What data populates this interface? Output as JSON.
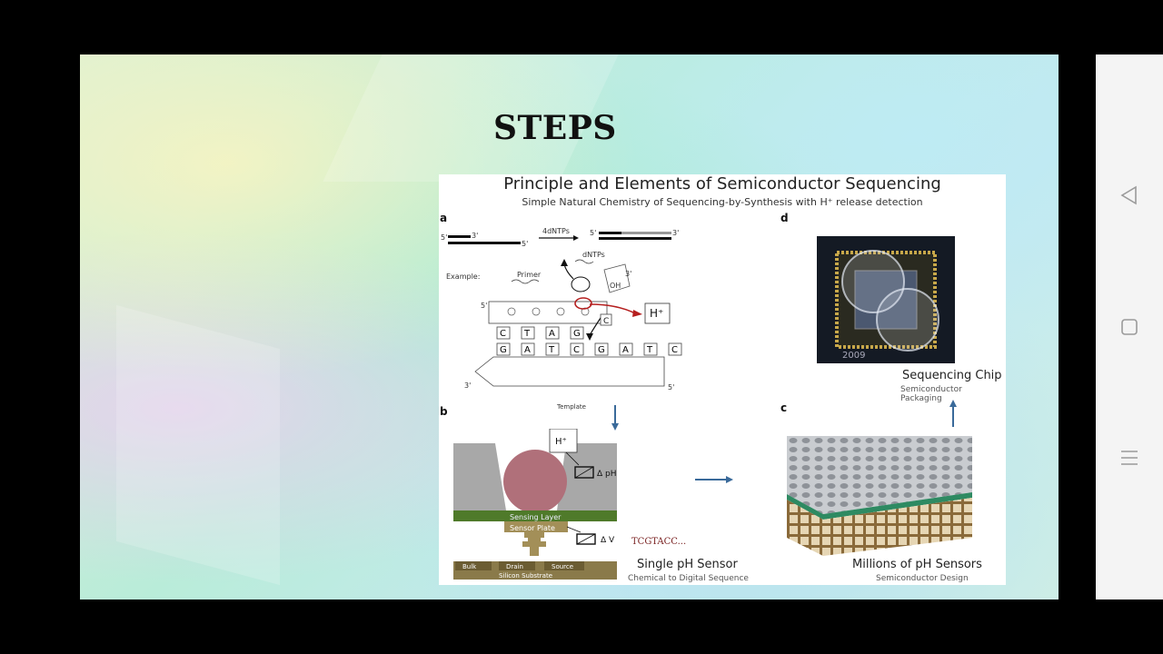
{
  "slide": {
    "title": "STEPS"
  },
  "figure": {
    "title": "Principle and Elements of Semiconductor Sequencing",
    "subtitle": "Simple Natural Chemistry of Sequencing-by-Synthesis with H⁺ release detection",
    "panel_a": {
      "label": "a",
      "strand_5_top": "5'",
      "strand_3_top": "3'",
      "strand_5_end": "5'",
      "dntps_arrow": "4dNTPs",
      "result_5": "5'",
      "result_3": "3'",
      "example": "Example:",
      "primer": "Primer",
      "dntps": "dNTPs",
      "oh": "OH",
      "three_prime": "3'",
      "h_plus": "H⁺",
      "top_bases": [
        "C",
        "T",
        "A",
        "G"
      ],
      "bottom_bases": [
        "G",
        "A",
        "T",
        "C",
        "G",
        "A",
        "T",
        "C"
      ],
      "added_base": "C",
      "template": "Template",
      "bottom_3": "3'",
      "bottom_5": "5'",
      "left_5": "5'"
    },
    "panel_b": {
      "label": "b",
      "h_plus": "H⁺",
      "delta_ph": "Δ pH",
      "delta_v": "Δ V",
      "sensing_layer": "Sensing Layer",
      "sensor_plate": "Sensor Plate",
      "bulk": "Bulk",
      "drain": "Drain",
      "source": "Source",
      "substrate": "Silicon Substrate",
      "sequence": "TCGTACC...",
      "caption": "Single pH Sensor",
      "caption_sub": "Chemical to Digital Sequence"
    },
    "panel_c": {
      "label": "c",
      "caption": "Millions of pH Sensors",
      "caption_sub": "Semiconductor Design"
    },
    "panel_d": {
      "label": "d",
      "chip_text": "2009",
      "caption": "Sequencing Chip",
      "caption_sub": "Semiconductor Packaging"
    }
  },
  "navbar": {
    "back_icon": "triangle-back-icon",
    "home_icon": "square-home-icon",
    "menu_icon": "hamburger-menu-icon"
  },
  "colors": {
    "accent_red": "#b51f1f",
    "arrow_blue": "#3a6a9a",
    "sensing_green": "#4f7a2a",
    "sensor_tan": "#a38f58",
    "bead": "#b0707a"
  }
}
